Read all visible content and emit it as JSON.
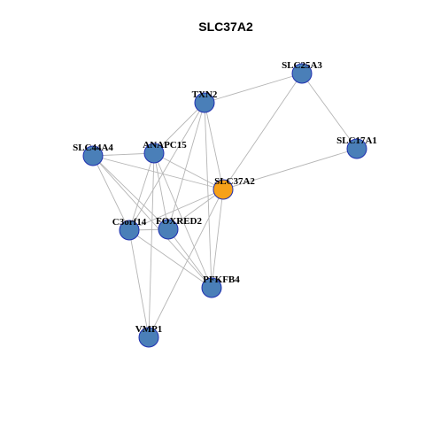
{
  "graph": {
    "title": "SLC37A2",
    "colors": {
      "node_fill": "#4a7fb8",
      "node_stroke": "#1f2fb0",
      "focus_fill": "#f7a11a",
      "edge": "#b5b5b5"
    },
    "nodes": [
      {
        "id": "SLC25A3",
        "label": "SLC25A3",
        "focus": false
      },
      {
        "id": "TXN2",
        "label": "TXN2",
        "focus": false
      },
      {
        "id": "SLC17A1",
        "label": "SLC17A1",
        "focus": false
      },
      {
        "id": "SLC44A4",
        "label": "SLC44A4",
        "focus": false
      },
      {
        "id": "ANAPC15",
        "label": "ANAPC15",
        "focus": false
      },
      {
        "id": "SLC37A2",
        "label": "SLC37A2",
        "focus": true
      },
      {
        "id": "C3orf14",
        "label": "C3orf14",
        "focus": false
      },
      {
        "id": "FOXRED2",
        "label": "FOXRED2",
        "focus": false
      },
      {
        "id": "PFKFB4",
        "label": "PFKFB4",
        "focus": false
      },
      {
        "id": "VMP1",
        "label": "VMP1",
        "focus": false
      }
    ],
    "edges": [
      [
        "TXN2",
        "SLC25A3"
      ],
      [
        "SLC25A3",
        "SLC17A1"
      ],
      [
        "SLC25A3",
        "SLC37A2"
      ],
      [
        "SLC17A1",
        "SLC37A2"
      ],
      [
        "TXN2",
        "ANAPC15"
      ],
      [
        "TXN2",
        "C3orf14"
      ],
      [
        "TXN2",
        "FOXRED2"
      ],
      [
        "TXN2",
        "SLC37A2"
      ],
      [
        "TXN2",
        "PFKFB4"
      ],
      [
        "SLC44A4",
        "ANAPC15"
      ],
      [
        "SLC44A4",
        "SLC37A2"
      ],
      [
        "SLC44A4",
        "C3orf14"
      ],
      [
        "SLC44A4",
        "FOXRED2"
      ],
      [
        "SLC44A4",
        "PFKFB4"
      ],
      [
        "ANAPC15",
        "SLC37A2"
      ],
      [
        "ANAPC15",
        "C3orf14"
      ],
      [
        "ANAPC15",
        "FOXRED2"
      ],
      [
        "ANAPC15",
        "PFKFB4"
      ],
      [
        "ANAPC15",
        "VMP1"
      ],
      [
        "SLC37A2",
        "C3orf14"
      ],
      [
        "SLC37A2",
        "FOXRED2"
      ],
      [
        "SLC37A2",
        "PFKFB4"
      ],
      [
        "SLC37A2",
        "VMP1"
      ],
      [
        "C3orf14",
        "FOXRED2"
      ],
      [
        "C3orf14",
        "PFKFB4"
      ],
      [
        "C3orf14",
        "VMP1"
      ],
      [
        "FOXRED2",
        "PFKFB4"
      ]
    ]
  }
}
